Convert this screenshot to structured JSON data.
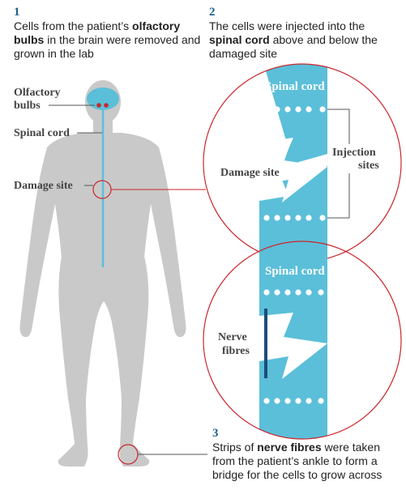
{
  "step1": {
    "number": "1",
    "text_a": "Cells from the patient’s ",
    "bold": "olfactory bulbs",
    "text_b": " in the brain were removed and grown in the lab"
  },
  "step2": {
    "number": "2",
    "text_a": "The cells were injected into the ",
    "bold": "spinal cord",
    "text_b": " above and below the damaged site"
  },
  "step3": {
    "number": "3",
    "text_a": "Strips of ",
    "bold": "nerve fibres",
    "text_b": " were taken from the patient’s ankle to form a bridge for the cells to grow across"
  },
  "body_labels": {
    "olfactory_1": "Olfactory",
    "olfactory_2": "bulbs",
    "spinal_cord": "Spinal cord",
    "damage_site": "Damage site"
  },
  "circle_top": {
    "title": "Spinal cord",
    "damage_site": "Damage site",
    "injection_1": "Injection",
    "injection_2": "sites"
  },
  "circle_bottom": {
    "title": "Spinal cord",
    "nerve_1": "Nerve",
    "nerve_2": "fibres"
  },
  "colors": {
    "cord_blue": "#5bbfd9",
    "body_grey": "#c9c9c9",
    "highlight_red": "#c9262c",
    "nerve_dark": "#1a4e7a",
    "step_number": "#1f5f8a"
  }
}
